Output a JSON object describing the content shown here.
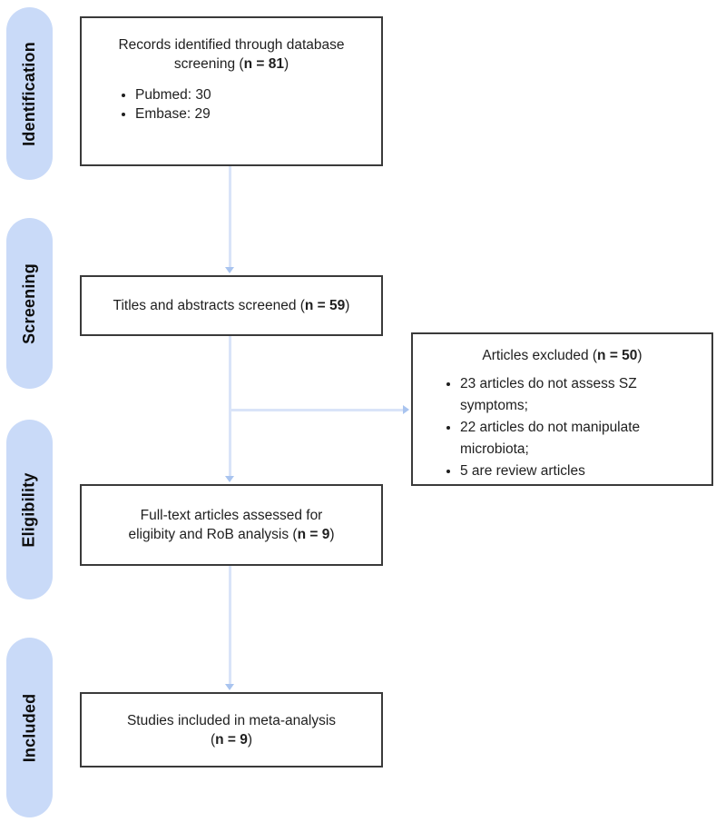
{
  "stages": [
    {
      "label": "Identification"
    },
    {
      "label": "Screening"
    },
    {
      "label": "Eligibility"
    },
    {
      "label": "Included"
    }
  ],
  "boxes": {
    "identification": {
      "title_line1": "Records identified through database",
      "title_line2_prefix": "screening (",
      "title_line2_bold": "n = 81",
      "title_line2_suffix": ")",
      "bullets": [
        "Pubmed: 30",
        "Embase: 29"
      ]
    },
    "screening": {
      "text_prefix": "Titles and abstracts screened (",
      "text_bold": "n = 59",
      "text_suffix": ")"
    },
    "excluded": {
      "title_prefix": "Articles excluded (",
      "title_bold": "n = 50",
      "title_suffix": ")",
      "bullets": [
        "23 articles do not assess SZ symptoms;",
        "22 articles do not manipulate microbiota;",
        "5 are review articles"
      ]
    },
    "eligibility": {
      "line1": "Full-text articles assessed for",
      "line2_prefix": "eligibity and RoB analysis (",
      "line2_bold": "n = 9",
      "line2_suffix": ")"
    },
    "included": {
      "line1": "Studies included in meta-analysis",
      "line2_prefix": "(",
      "line2_bold": "n = 9",
      "line2_suffix": ")"
    }
  },
  "colors": {
    "stage_pill_fill": "#c9daf8",
    "connector_line": "#d9e4f8",
    "connector_arrow": "#a9c4ef",
    "box_border": "#3a3a3a",
    "text": "#1f1f1f"
  }
}
